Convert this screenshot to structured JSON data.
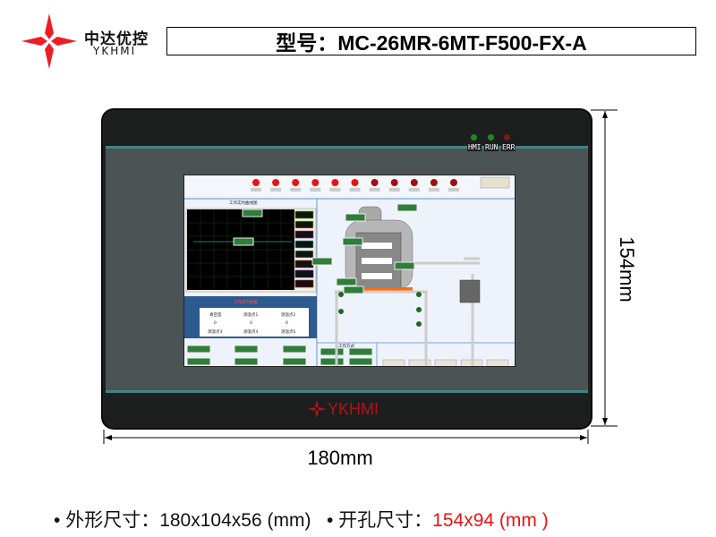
{
  "brand": {
    "name_cn": "中达优控",
    "name_en": "YKHMI",
    "color": "#ee1c25"
  },
  "title": "型号：MC-26MR-6MT-F500-FX-A",
  "device": {
    "leds": [
      {
        "label": "HMI",
        "color": "#1e8a1e"
      },
      {
        "label": "RUN",
        "color": "#1e8a1e"
      },
      {
        "label": "ERR",
        "color": "#7a1a1a"
      }
    ],
    "bezel_logo": "YKHMI",
    "screen": {
      "curve_title": "工作实时曲线图",
      "data_title": "工作实时数据",
      "table_headers": [
        "真空度",
        "测温点1",
        "测温点2"
      ],
      "table_row1": [
        "0",
        "0",
        "0"
      ],
      "table_headers2": [
        "测温点3",
        "测温点4",
        "测温点5"
      ],
      "mode_title": "工作方式",
      "indicator_count": 11
    }
  },
  "dimensions": {
    "height": "154mm",
    "width": "180mm"
  },
  "specs": {
    "outer_label": "外形尺寸：",
    "outer_value": "180x104x56 (mm)",
    "cutout_label": "开孔尺寸：",
    "cutout_value": "154x94 (mm )"
  }
}
